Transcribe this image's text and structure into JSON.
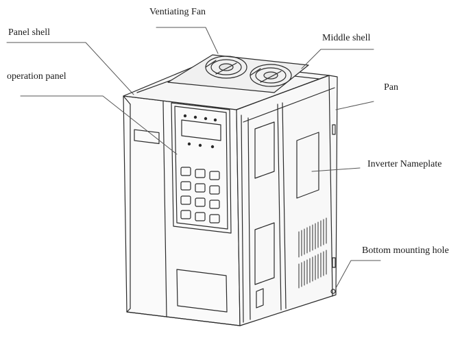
{
  "labels": {
    "ventilating_fan": "Ventiating Fan",
    "panel_shell": "Panel shell",
    "middle_shell": "Middle shell",
    "operation_panel": "operation panel",
    "pan": "Pan",
    "inverter_nameplate": "Inverter Nameplate",
    "bottom_mounting_hole": "Bottom mounting hole"
  }
}
